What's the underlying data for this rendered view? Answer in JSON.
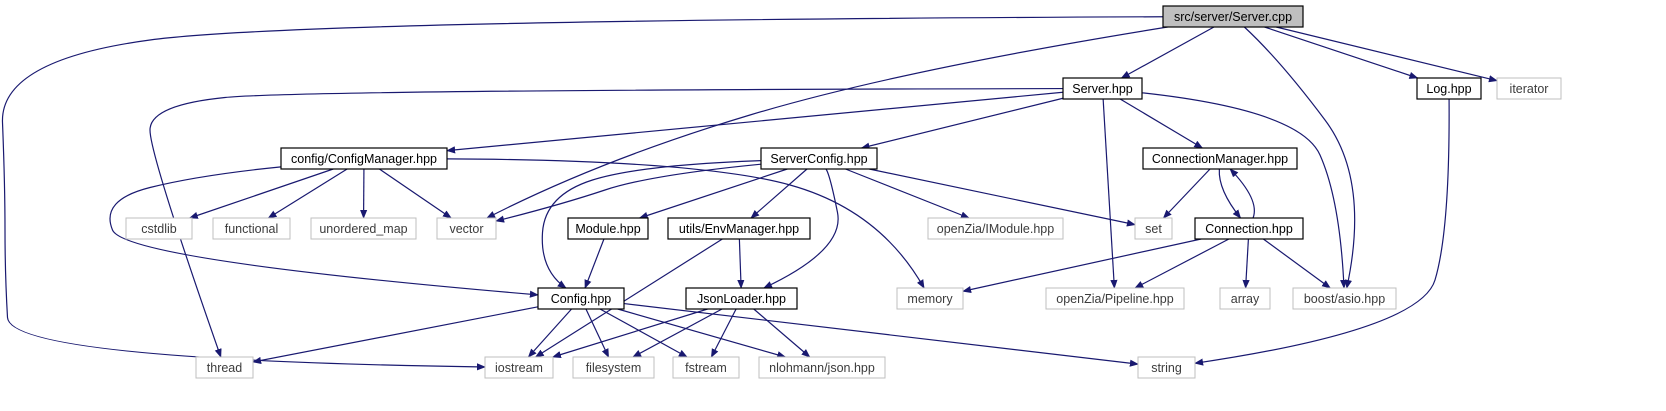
{
  "graph": {
    "colors": {
      "edge": "#191970",
      "internal_border": "#000000",
      "external_border": "#bfbfbf",
      "internal_text": "#000000",
      "external_text": "#3c3c3c",
      "root_fill": "#bfbfbf",
      "node_fill": "#ffffff"
    },
    "nodes": [
      {
        "id": "server_cpp",
        "label": "src/server/Server.cpp",
        "kind": "root"
      },
      {
        "id": "server_hpp",
        "label": "Server.hpp",
        "kind": "internal"
      },
      {
        "id": "log_hpp",
        "label": "Log.hpp",
        "kind": "internal"
      },
      {
        "id": "iterator",
        "label": "iterator",
        "kind": "external"
      },
      {
        "id": "config_manager",
        "label": "config/ConfigManager.hpp",
        "kind": "internal"
      },
      {
        "id": "server_config",
        "label": "ServerConfig.hpp",
        "kind": "internal"
      },
      {
        "id": "connection_manager",
        "label": "ConnectionManager.hpp",
        "kind": "internal"
      },
      {
        "id": "cstdlib",
        "label": "cstdlib",
        "kind": "external"
      },
      {
        "id": "functional",
        "label": "functional",
        "kind": "external"
      },
      {
        "id": "unordered_map",
        "label": "unordered_map",
        "kind": "external"
      },
      {
        "id": "vector",
        "label": "vector",
        "kind": "external"
      },
      {
        "id": "module_hpp",
        "label": "Module.hpp",
        "kind": "internal"
      },
      {
        "id": "env_manager",
        "label": "utils/EnvManager.hpp",
        "kind": "internal"
      },
      {
        "id": "imodule",
        "label": "openZia/IModule.hpp",
        "kind": "external"
      },
      {
        "id": "set",
        "label": "set",
        "kind": "external"
      },
      {
        "id": "connection_hpp",
        "label": "Connection.hpp",
        "kind": "internal"
      },
      {
        "id": "config_hpp",
        "label": "Config.hpp",
        "kind": "internal"
      },
      {
        "id": "json_loader",
        "label": "JsonLoader.hpp",
        "kind": "internal"
      },
      {
        "id": "memory",
        "label": "memory",
        "kind": "external"
      },
      {
        "id": "pipeline",
        "label": "openZia/Pipeline.hpp",
        "kind": "external"
      },
      {
        "id": "array",
        "label": "array",
        "kind": "external"
      },
      {
        "id": "boost_asio",
        "label": "boost/asio.hpp",
        "kind": "external"
      },
      {
        "id": "thread",
        "label": "thread",
        "kind": "external"
      },
      {
        "id": "iostream",
        "label": "iostream",
        "kind": "external"
      },
      {
        "id": "filesystem",
        "label": "filesystem",
        "kind": "external"
      },
      {
        "id": "fstream",
        "label": "fstream",
        "kind": "external"
      },
      {
        "id": "nlohmann_json",
        "label": "nlohmann/json.hpp",
        "kind": "external"
      },
      {
        "id": "string",
        "label": "string",
        "kind": "external"
      }
    ],
    "edges": [
      [
        "server_cpp",
        "server_hpp"
      ],
      [
        "server_cpp",
        "log_hpp"
      ],
      [
        "server_cpp",
        "iterator"
      ],
      [
        "server_cpp",
        "iostream"
      ],
      [
        "server_cpp",
        "vector"
      ],
      [
        "server_cpp",
        "boost_asio"
      ],
      [
        "server_hpp",
        "config_manager"
      ],
      [
        "server_hpp",
        "server_config"
      ],
      [
        "server_hpp",
        "connection_manager"
      ],
      [
        "server_hpp",
        "thread"
      ],
      [
        "server_hpp",
        "pipeline"
      ],
      [
        "server_hpp",
        "boost_asio"
      ],
      [
        "log_hpp",
        "string"
      ],
      [
        "config_manager",
        "cstdlib"
      ],
      [
        "config_manager",
        "functional"
      ],
      [
        "config_manager",
        "unordered_map"
      ],
      [
        "config_manager",
        "vector"
      ],
      [
        "config_manager",
        "config_hpp"
      ],
      [
        "config_manager",
        "memory"
      ],
      [
        "server_config",
        "vector"
      ],
      [
        "server_config",
        "module_hpp"
      ],
      [
        "server_config",
        "env_manager"
      ],
      [
        "server_config",
        "imodule"
      ],
      [
        "server_config",
        "set"
      ],
      [
        "server_config",
        "config_hpp"
      ],
      [
        "server_config",
        "json_loader"
      ],
      [
        "connection_manager",
        "set"
      ],
      [
        "connection_manager",
        "connection_hpp"
      ],
      [
        "connection_hpp",
        "connection_manager"
      ],
      [
        "connection_hpp",
        "memory"
      ],
      [
        "connection_hpp",
        "pipeline"
      ],
      [
        "connection_hpp",
        "array"
      ],
      [
        "connection_hpp",
        "boost_asio"
      ],
      [
        "module_hpp",
        "config_hpp"
      ],
      [
        "env_manager",
        "json_loader"
      ],
      [
        "env_manager",
        "iostream"
      ],
      [
        "config_hpp",
        "thread"
      ],
      [
        "config_hpp",
        "iostream"
      ],
      [
        "config_hpp",
        "filesystem"
      ],
      [
        "config_hpp",
        "fstream"
      ],
      [
        "config_hpp",
        "nlohmann_json"
      ],
      [
        "config_hpp",
        "string"
      ],
      [
        "json_loader",
        "iostream"
      ],
      [
        "json_loader",
        "filesystem"
      ],
      [
        "json_loader",
        "fstream"
      ],
      [
        "json_loader",
        "nlohmann_json"
      ]
    ]
  }
}
